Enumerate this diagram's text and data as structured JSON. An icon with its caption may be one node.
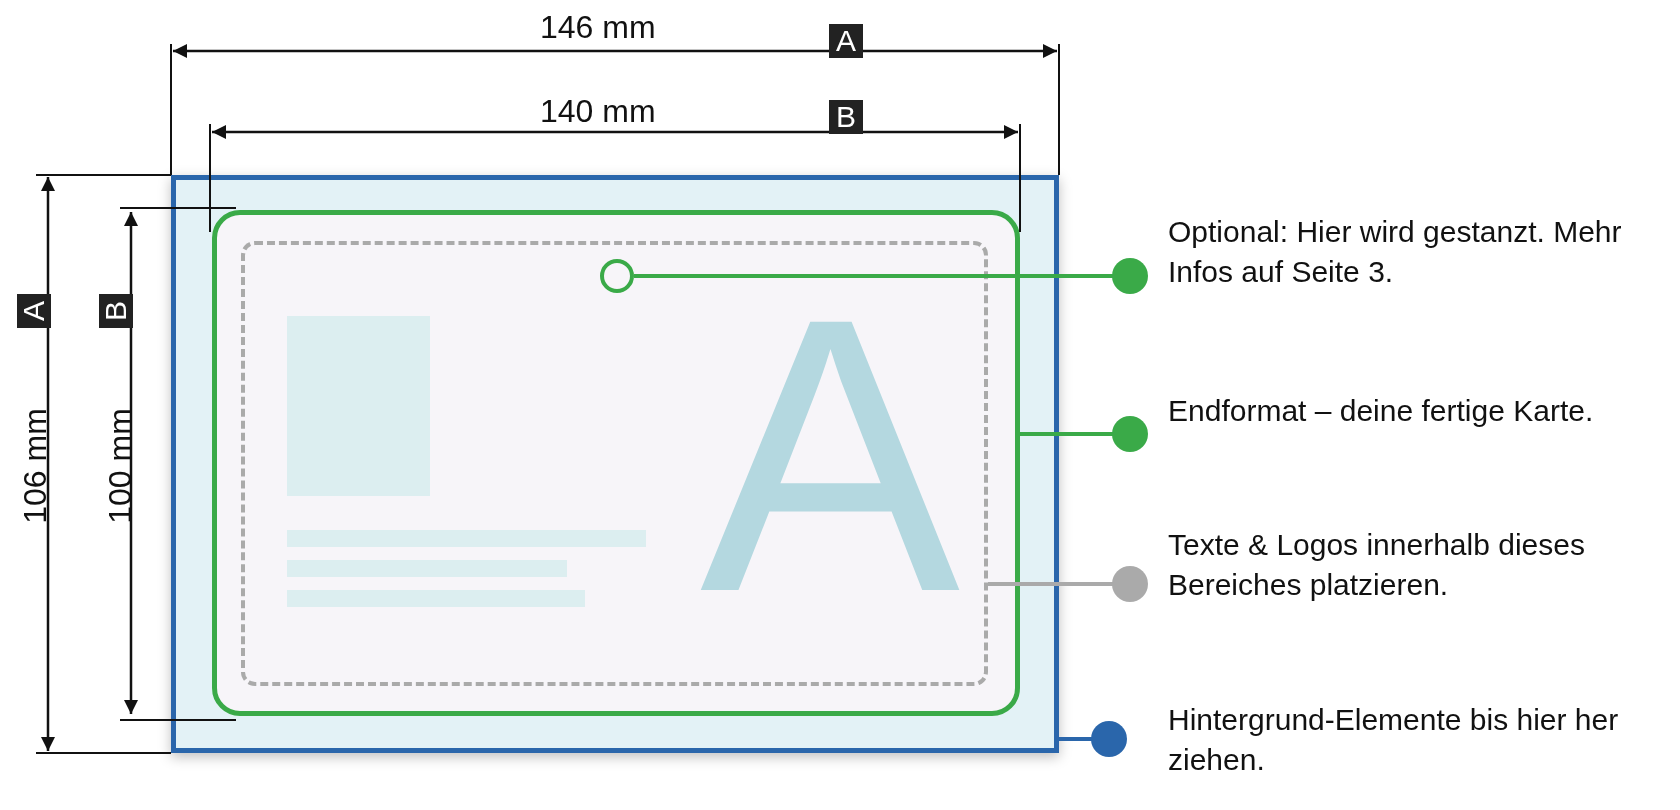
{
  "diagram": {
    "nodes": [
      {
        "text": [],
        "shape": "box"
      },
      {
        "text": [],
        "shape": "box",
        "in": 0
      },
      {
        "text": [],
        "shape": "box",
        "in": 1
      },
      {
        "text": [],
        "shape": "circle",
        "in": 2
      },
      {
        "text": [
          "Optional: Hier wird gestanzt. Mehr Infos auf Seite 3."
        ]
      },
      {
        "text": [
          "Endformat – deine fertige Karte."
        ]
      },
      {
        "text": [
          "Texte & Logos innerhalb dieses Bereiches platzieren."
        ]
      },
      {
        "text": [
          "Hintergrund-Elemente bis hier her ziehen."
        ]
      }
    ],
    "edges": [
      {
        "from": 4,
        "to": 3,
        "arrow": "other"
      },
      {
        "from": 5,
        "to": 1,
        "arrow": "other"
      },
      {
        "from": 6,
        "to": 2,
        "arrow": "other",
        "color": "#aaaaaa"
      },
      {
        "from": 7,
        "to": 0,
        "arrow": "other",
        "color": "#2a66ab"
      }
    ],
    "labels": [
      "146 mm",
      "A",
      "140 mm",
      "B",
      "A",
      "B",
      "106 mm",
      "100 mm",
      "A"
    ]
  }
}
